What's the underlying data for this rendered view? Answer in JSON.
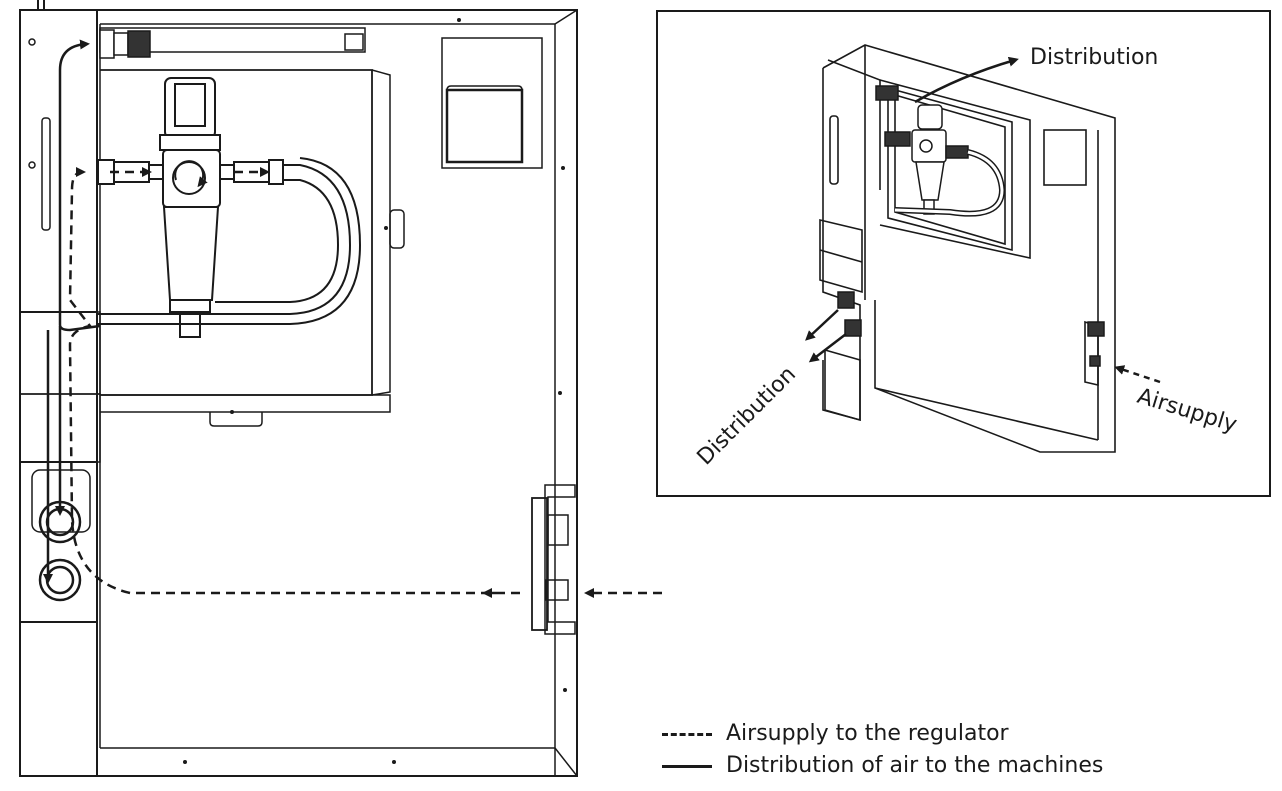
{
  "inset": {
    "label_top": "Distribution",
    "label_left": "Distribution",
    "label_right": "Airsupply"
  },
  "legend": {
    "dashed": "Airsupply to the regulator",
    "solid": "Distribution of air to the machines"
  }
}
